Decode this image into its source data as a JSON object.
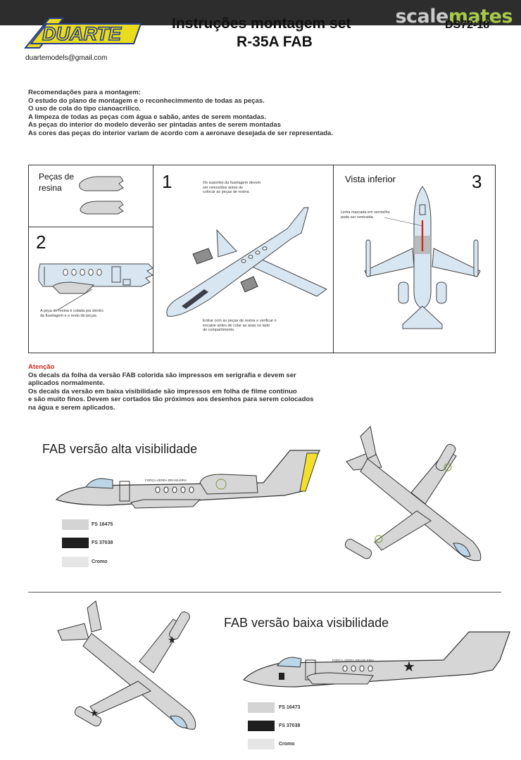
{
  "watermark": {
    "part1": "scale",
    "part2": "mates"
  },
  "logo": {
    "text": "DUARTE"
  },
  "header": {
    "email": "duartemodels@gmail.com",
    "title_line1": "Instruções montagem set",
    "title_line2": "R-35A FAB",
    "code": "DS72-18"
  },
  "recommendations": [
    "Recomendações para a montagem:",
    "O estudo do plano de montagem e o reconhecimmento de todas as peças.",
    "O uso de cola do tipo cianoacrilico.",
    "A limpeza de todas as peças com água e  sabão, antes de serem montadas.",
    "As peças do interior do modelo deverão ser pintadas antes de serem montadas",
    "As cores das peças do interior variam de acordo com a aeronave desejada de ser representada."
  ],
  "steps": {
    "resin_label_line1": "Peças de",
    "resin_label_line2": "resina",
    "step1": "1",
    "step2": "2",
    "step3": "3",
    "vista_inferior": "Vista inferior",
    "note1": [
      "Os suportes da fuselagem devem",
      "ser removidos antes de",
      "colocar as peças de resina."
    ],
    "note2": [
      "A peça de resina é colada por dentro",
      "da fuselagem e o resto de peças."
    ],
    "note3": [
      "Entrar com as peças de resina e verificar o",
      "encaixe antes de colar as asas no lado",
      "do compartimento."
    ],
    "note4": [
      "Linha marcada em vermelho",
      "pode ser removida."
    ]
  },
  "attention": {
    "heading": "Atenção",
    "lines": [
      "Os decals da folha da versão FAB colorida são impressos em serigrafia e devem ser",
      "aplicados normalmente.",
      "Os decals da versão em baixa visibilidade são impressos em folha de filme contínuo",
      "e são muito finos. Devem ser cortados tão próximos aos desenhos para serem colocados",
      "na água e serem aplicados."
    ]
  },
  "high_vis": {
    "title": "FAB versão alta visibilidade",
    "fuselage_text": "FORÇA AÉREA BRASILEIRA",
    "swatches": [
      {
        "code": "FS 16475",
        "color": "#d4d4d4"
      },
      {
        "code": "FS 37038",
        "color": "#1e1e1e"
      },
      {
        "code": "Cromo",
        "color": "#e6e6e6"
      }
    ]
  },
  "low_vis": {
    "title": "FAB versão baixa visibilidade",
    "fuselage_text": "FORÇA AÉREA BRASILEIRA",
    "swatches": [
      {
        "code": "FS 16473",
        "color": "#d4d4d4"
      },
      {
        "code": "FS 37038",
        "color": "#1e1e1e"
      },
      {
        "code": "Cromo",
        "color": "#e6e6e6"
      }
    ]
  },
  "colors": {
    "plane_blue": "#d8e6f2",
    "plane_gray": "#d6d6d6",
    "accent_red": "#cc2b1f",
    "fin_yellow": "#f3df2d",
    "logo_blue": "#2a3d8f",
    "logo_yellow": "#e8dc1c"
  }
}
